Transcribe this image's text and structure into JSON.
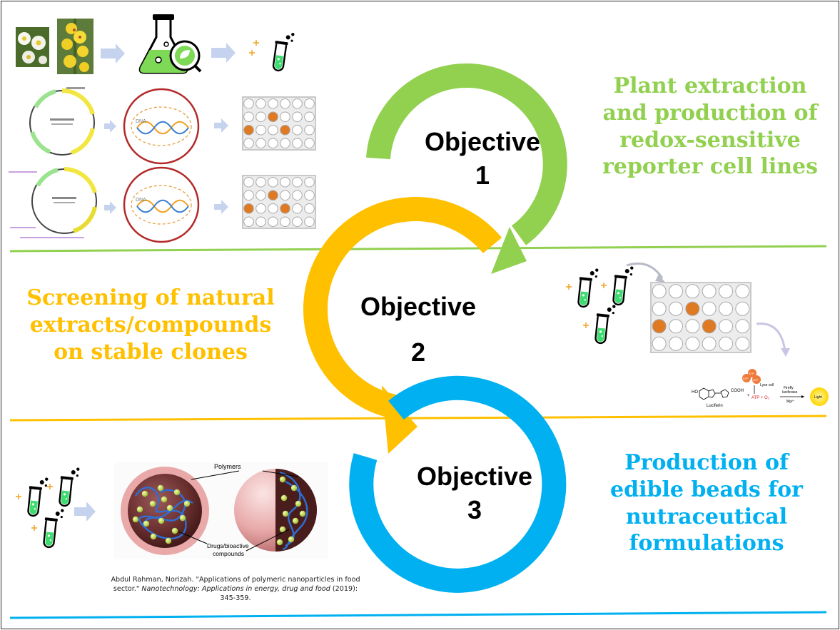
{
  "colors": {
    "obj1": "#92d050",
    "obj2": "#ffc000",
    "obj3": "#00b0f0",
    "well_hit": "#e07a22",
    "flask": "#7ed957",
    "arrow_light": "#c5d3ee"
  },
  "objectives": [
    {
      "word": "Objective",
      "number": "1"
    },
    {
      "word": "Objective",
      "number": "2"
    },
    {
      "word": "Objective",
      "number": "3"
    }
  ],
  "goals": {
    "g1": [
      "Plant extraction",
      "and production of",
      "redox-sensitive",
      "reporter cell lines"
    ],
    "g2": [
      "Screening of natural",
      "extracts/compounds",
      "on stable clones"
    ],
    "g3": [
      "Production of",
      "edible beads for",
      "nutraceutical",
      "formulations"
    ]
  },
  "icons": [
    "flower-photo",
    "flask-leaf-icon",
    "test-tube-icon",
    "plasmid-map",
    "cell-dna-icon",
    "well-plate-icon",
    "nanoparticle-illustration",
    "luciferase-reaction"
  ],
  "microscopy_labels": {
    "dna": "DNA",
    "polymers": "Polymers",
    "drugs": "Drugs/bioactive",
    "compounds": "compounds",
    "luciferin": "Luciferin",
    "lyse_cell": "Lyse cell",
    "firefly": "Firefly",
    "luciferase": "luciferase",
    "mg": "Mg²⁺",
    "light": "Light",
    "atp_o2": "ATP + O₂",
    "atp": "ATP",
    "cooh": "COOH",
    "ho": "HO"
  },
  "citation": {
    "authors": "Abdul Rahman, Norizah. \"Applications of polymeric nanoparticles in food sector.\"",
    "journal": "Nanotechnology: Applications in energy, drug and food",
    "rest": "(2019): 345-359."
  }
}
